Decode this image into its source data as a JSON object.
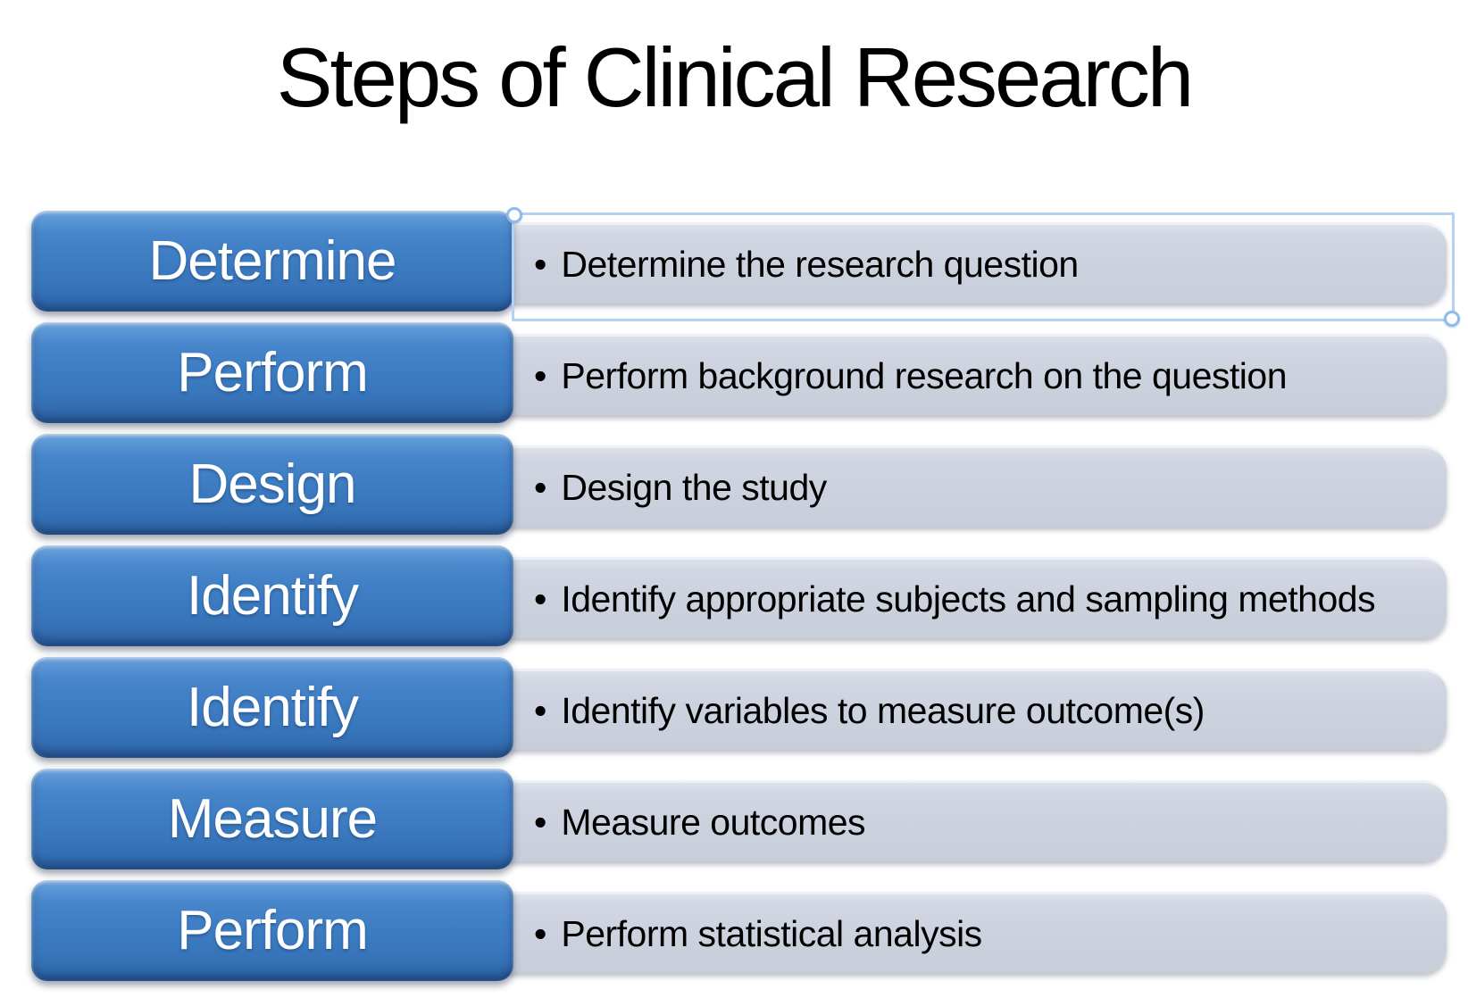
{
  "title": "Steps of Clinical Research",
  "bullet_glyph": "•",
  "rows": [
    {
      "label": "Determine",
      "description": "Determine the research question",
      "selected": true
    },
    {
      "label": "Perform",
      "description": "Perform background research on the question",
      "selected": false
    },
    {
      "label": "Design",
      "description": "Design the study",
      "selected": false
    },
    {
      "label": "Identify",
      "description": "Identify appropriate subjects and sampling methods",
      "selected": false
    },
    {
      "label": "Identify",
      "description": "Identify variables to measure outcome(s)",
      "selected": false
    },
    {
      "label": "Measure",
      "description": "Measure outcomes",
      "selected": false
    },
    {
      "label": "Perform",
      "description": "Perform statistical analysis",
      "selected": false
    }
  ],
  "colors": {
    "background": "#ffffff",
    "button-blue": "#3d7ec3",
    "button-blue-light": "#85b2e2",
    "button-blue-dark": "#2a5c9b",
    "button-text": "#ffffff",
    "bar-gray": "#ccd1de",
    "selection-blue": "#b3d1f2",
    "text-dark": "#000000"
  }
}
